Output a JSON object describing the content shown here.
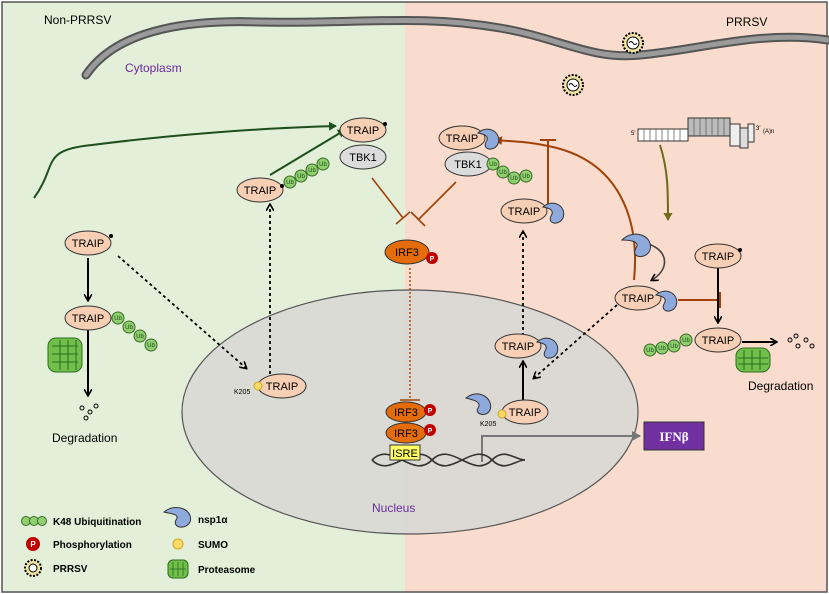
{
  "panels": {
    "left_title": "Non-PRRSV",
    "right_title": "PRRSV",
    "cytoplasm": "Cytoplasm",
    "nucleus": "Nucleus"
  },
  "labels": {
    "traip": "TRAIP",
    "tbk1": "TBK1",
    "irf3": "IRF3",
    "isre": "ISRE",
    "ifnb": "IFNβ",
    "k205": "K205",
    "degradation": "Degradation",
    "ub": "Ub",
    "p": "P",
    "five_prime": "5'",
    "three_prime": "3'",
    "poly_a": "(A)n"
  },
  "legend": {
    "k48": "K48 Ubiquitination",
    "phos": "Phosphorylation",
    "prrsv": "PRRSV",
    "nsp": "nsp1α",
    "sumo": "SUMO",
    "proteasome": "Proteasome"
  },
  "colors": {
    "left_bg": "#e3efd8",
    "right_bg": "#f9dccd",
    "nucleus_fill": "#d7d7d4",
    "traip_fill": "#f6cfb5",
    "tbk1_fill": "#dcdcdc",
    "irf3_fill": "#e46c0a",
    "phos": "#c00000",
    "ub_fill": "#8fcf6e",
    "nsp_fill": "#8ea9db",
    "sumo": "#ffd966",
    "ifn_fill": "#7030a0",
    "isre_fill": "#ffff66",
    "arrow_dark_green": "#1f4e1f",
    "arrow_brown": "#a0420a",
    "arrow_olive": "#6b6b1a"
  }
}
